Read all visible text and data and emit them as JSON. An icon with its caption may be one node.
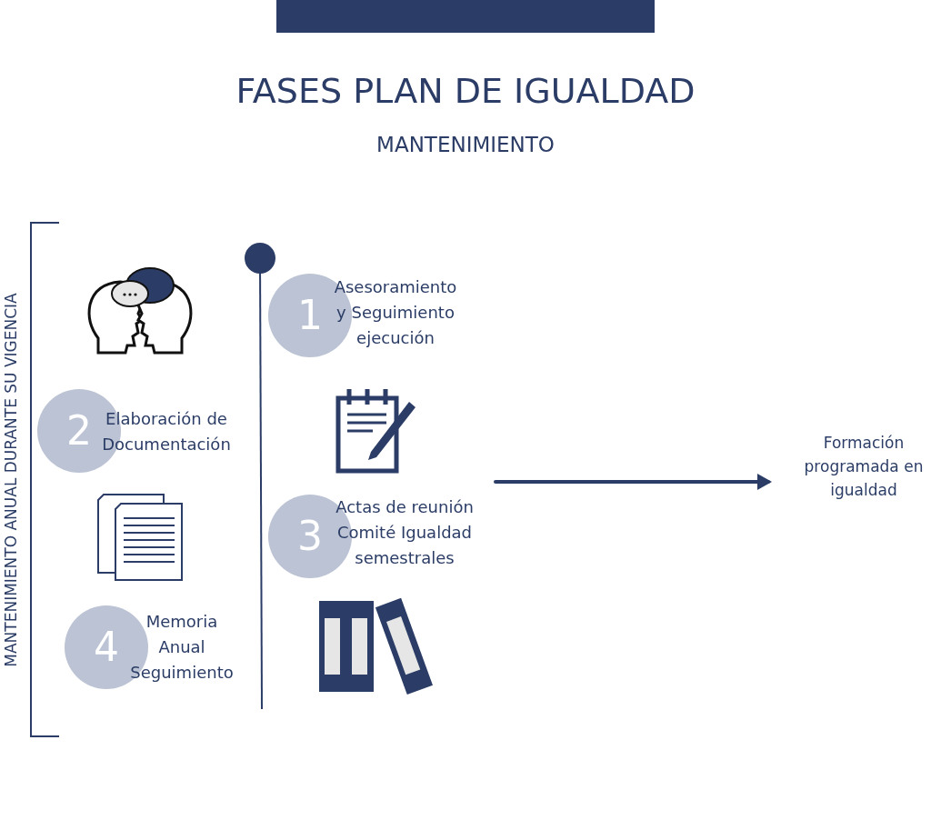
{
  "diagram": {
    "title": "FASES PLAN DE IGUALDAD",
    "nodes": [
      {
        "text": [
          "1"
        ],
        "beside": [
          "Asesoramiento y Seguimiento ejecución"
        ]
      },
      {
        "text": [
          "2"
        ],
        "beside": [
          "Elaboración de Documentación"
        ]
      },
      {
        "text": [
          "Formación programada en igualdad"
        ]
      },
      {
        "text": [
          "3"
        ],
        "beside": [
          "Actas de reunión Comité Igualdad semestrales"
        ]
      },
      {
        "text": [
          "4"
        ],
        "beside": [
          "Memoria Anual Seguimiento"
        ]
      }
    ],
    "edges": [
      {
        "from": null,
        "to": 2,
        "arrow": "to"
      }
    ],
    "labels": [
      "MANTENIMIENTO",
      "MANTENIMIENTO ANUAL DURANTE SU VIGENCIA"
    ]
  }
}
